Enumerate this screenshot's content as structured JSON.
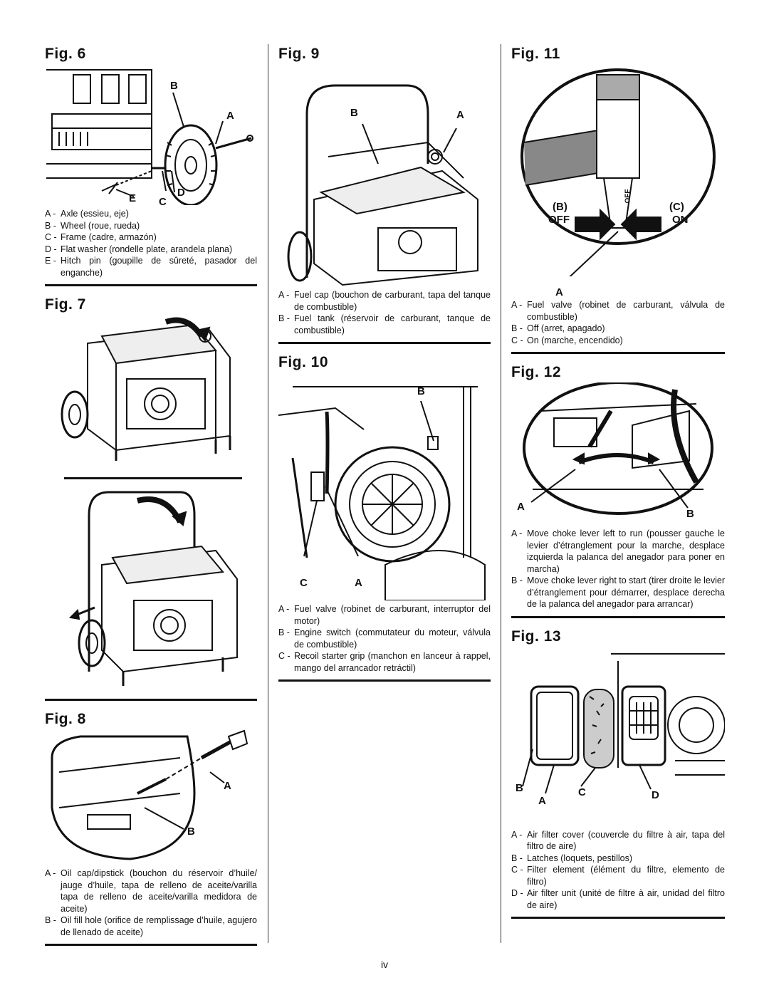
{
  "page_number": "iv",
  "fig6": {
    "title": "Fig. 6",
    "callouts": {
      "a": "A",
      "b": "B",
      "c": "C",
      "d": "D",
      "e": "E"
    },
    "legend": [
      {
        "key": "A -",
        "text": "Axle (essieu, eje)"
      },
      {
        "key": "B -",
        "text": "Wheel (roue, rueda)"
      },
      {
        "key": "C -",
        "text": "Frame (cadre, armazón)"
      },
      {
        "key": "D -",
        "text": "Flat washer (rondelle plate, arandela plana)"
      },
      {
        "key": "E -",
        "text": "Hitch pin (goupille de sûreté, pasador del enganche)"
      }
    ]
  },
  "fig7": {
    "title": "Fig. 7"
  },
  "fig8": {
    "title": "Fig. 8",
    "callouts": {
      "a": "A",
      "b": "B"
    },
    "legend": [
      {
        "key": "A -",
        "text": "Oil cap/dipstick (bouchon du réservoir d’huile/ jauge d’huile, tapa de relleno de aceite/varilla tapa de relleno de aceite/varilla medidora de aceite)"
      },
      {
        "key": "B -",
        "text": "Oil fill hole (orifice de remplissage d’huile, agujero de llenado de aceite)"
      }
    ]
  },
  "fig9": {
    "title": "Fig. 9",
    "callouts": {
      "a": "A",
      "b": "B"
    },
    "legend": [
      {
        "key": "A -",
        "text": "Fuel cap (bouchon de carburant, tapa del tanque de combustible)"
      },
      {
        "key": "B -",
        "text": "Fuel tank (réservoir de carburant, tanque de combustible)"
      }
    ]
  },
  "fig10": {
    "title": "Fig. 10",
    "callouts": {
      "a": "A",
      "b": "B",
      "c": "C"
    },
    "legend": [
      {
        "key": "A -",
        "text": "Fuel valve (robinet de carburant, interruptor del motor)"
      },
      {
        "key": "B -",
        "text": "Engine switch (commutateur du moteur, válvula de combustible)"
      },
      {
        "key": "C -",
        "text": "Recoil starter grip (manchon en lanceur à rappel, mango del arrancador retráctil)"
      }
    ]
  },
  "fig11": {
    "title": "Fig. 11",
    "callouts": {
      "a": "A",
      "b": "(B)",
      "c": "(C)",
      "off": "OFF",
      "on": "ON",
      "valve_label": "OFF"
    },
    "legend": [
      {
        "key": "A -",
        "text": "Fuel valve (robinet de carburant, válvula de combustible)"
      },
      {
        "key": "B -",
        "text": "Off (arret, apagado)"
      },
      {
        "key": "C -",
        "text": "On (marche, encendido)"
      }
    ]
  },
  "fig12": {
    "title": "Fig. 12",
    "callouts": {
      "a": "A",
      "b": "B"
    },
    "legend": [
      {
        "key": "A -",
        "text": "Move choke lever left to run (pousser gauche le levier d’étranglement pour la marche, desplace izquierda la palanca del anegador para poner en marcha)"
      },
      {
        "key": "B -",
        "text": "Move choke lever right to start (tirer droite le levier d’étranglement pour démarrer, desplace derecha de la palanca del anegador para arrancar)"
      }
    ]
  },
  "fig13": {
    "title": "Fig. 13",
    "callouts": {
      "a": "A",
      "b": "B",
      "c": "C",
      "d": "D"
    },
    "legend": [
      {
        "key": "A -",
        "text": "Air filter cover (couvercle du filtre à air, tapa del filtro de aire)"
      },
      {
        "key": "B -",
        "text": "Latches (loquets, pestillos)"
      },
      {
        "key": "C -",
        "text": "Filter element (élément du filtre, elemento de filtro)"
      },
      {
        "key": "D -",
        "text": "Air filter unit (unité de filtre à air, unidad del filtro de aire)"
      }
    ]
  }
}
